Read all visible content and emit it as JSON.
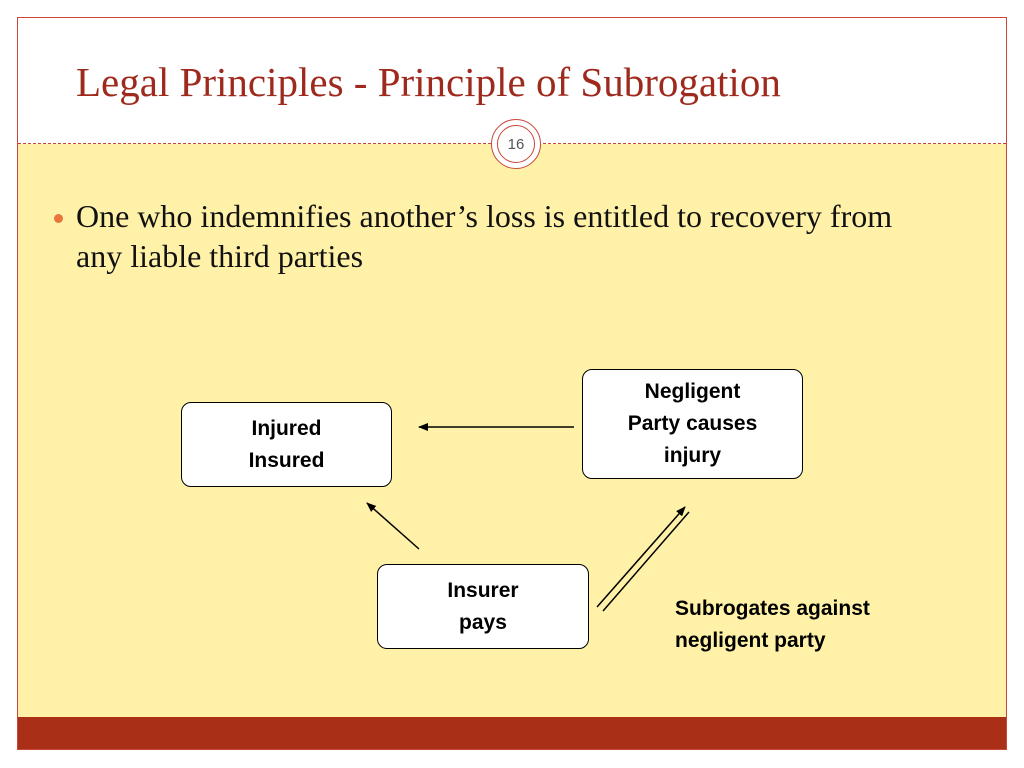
{
  "title": "Legal Principles - Principle of Subrogation",
  "page_number": "16",
  "bullet": "One who indemnifies another’s loss is entitled to recovery from any liable third parties",
  "diagram": {
    "injured_box": [
      "Injured",
      "Insured"
    ],
    "negligent_box": [
      "Negligent",
      "Party causes",
      "injury"
    ],
    "insurer_box": [
      "Insurer",
      "pays"
    ],
    "subrogation_note": [
      "Subrogates against",
      "negligent party"
    ]
  },
  "colors": {
    "title": "#9e2a1d",
    "content_background": "#fff2a8",
    "footer": "#a92f17",
    "bullet": "#e8763a"
  }
}
